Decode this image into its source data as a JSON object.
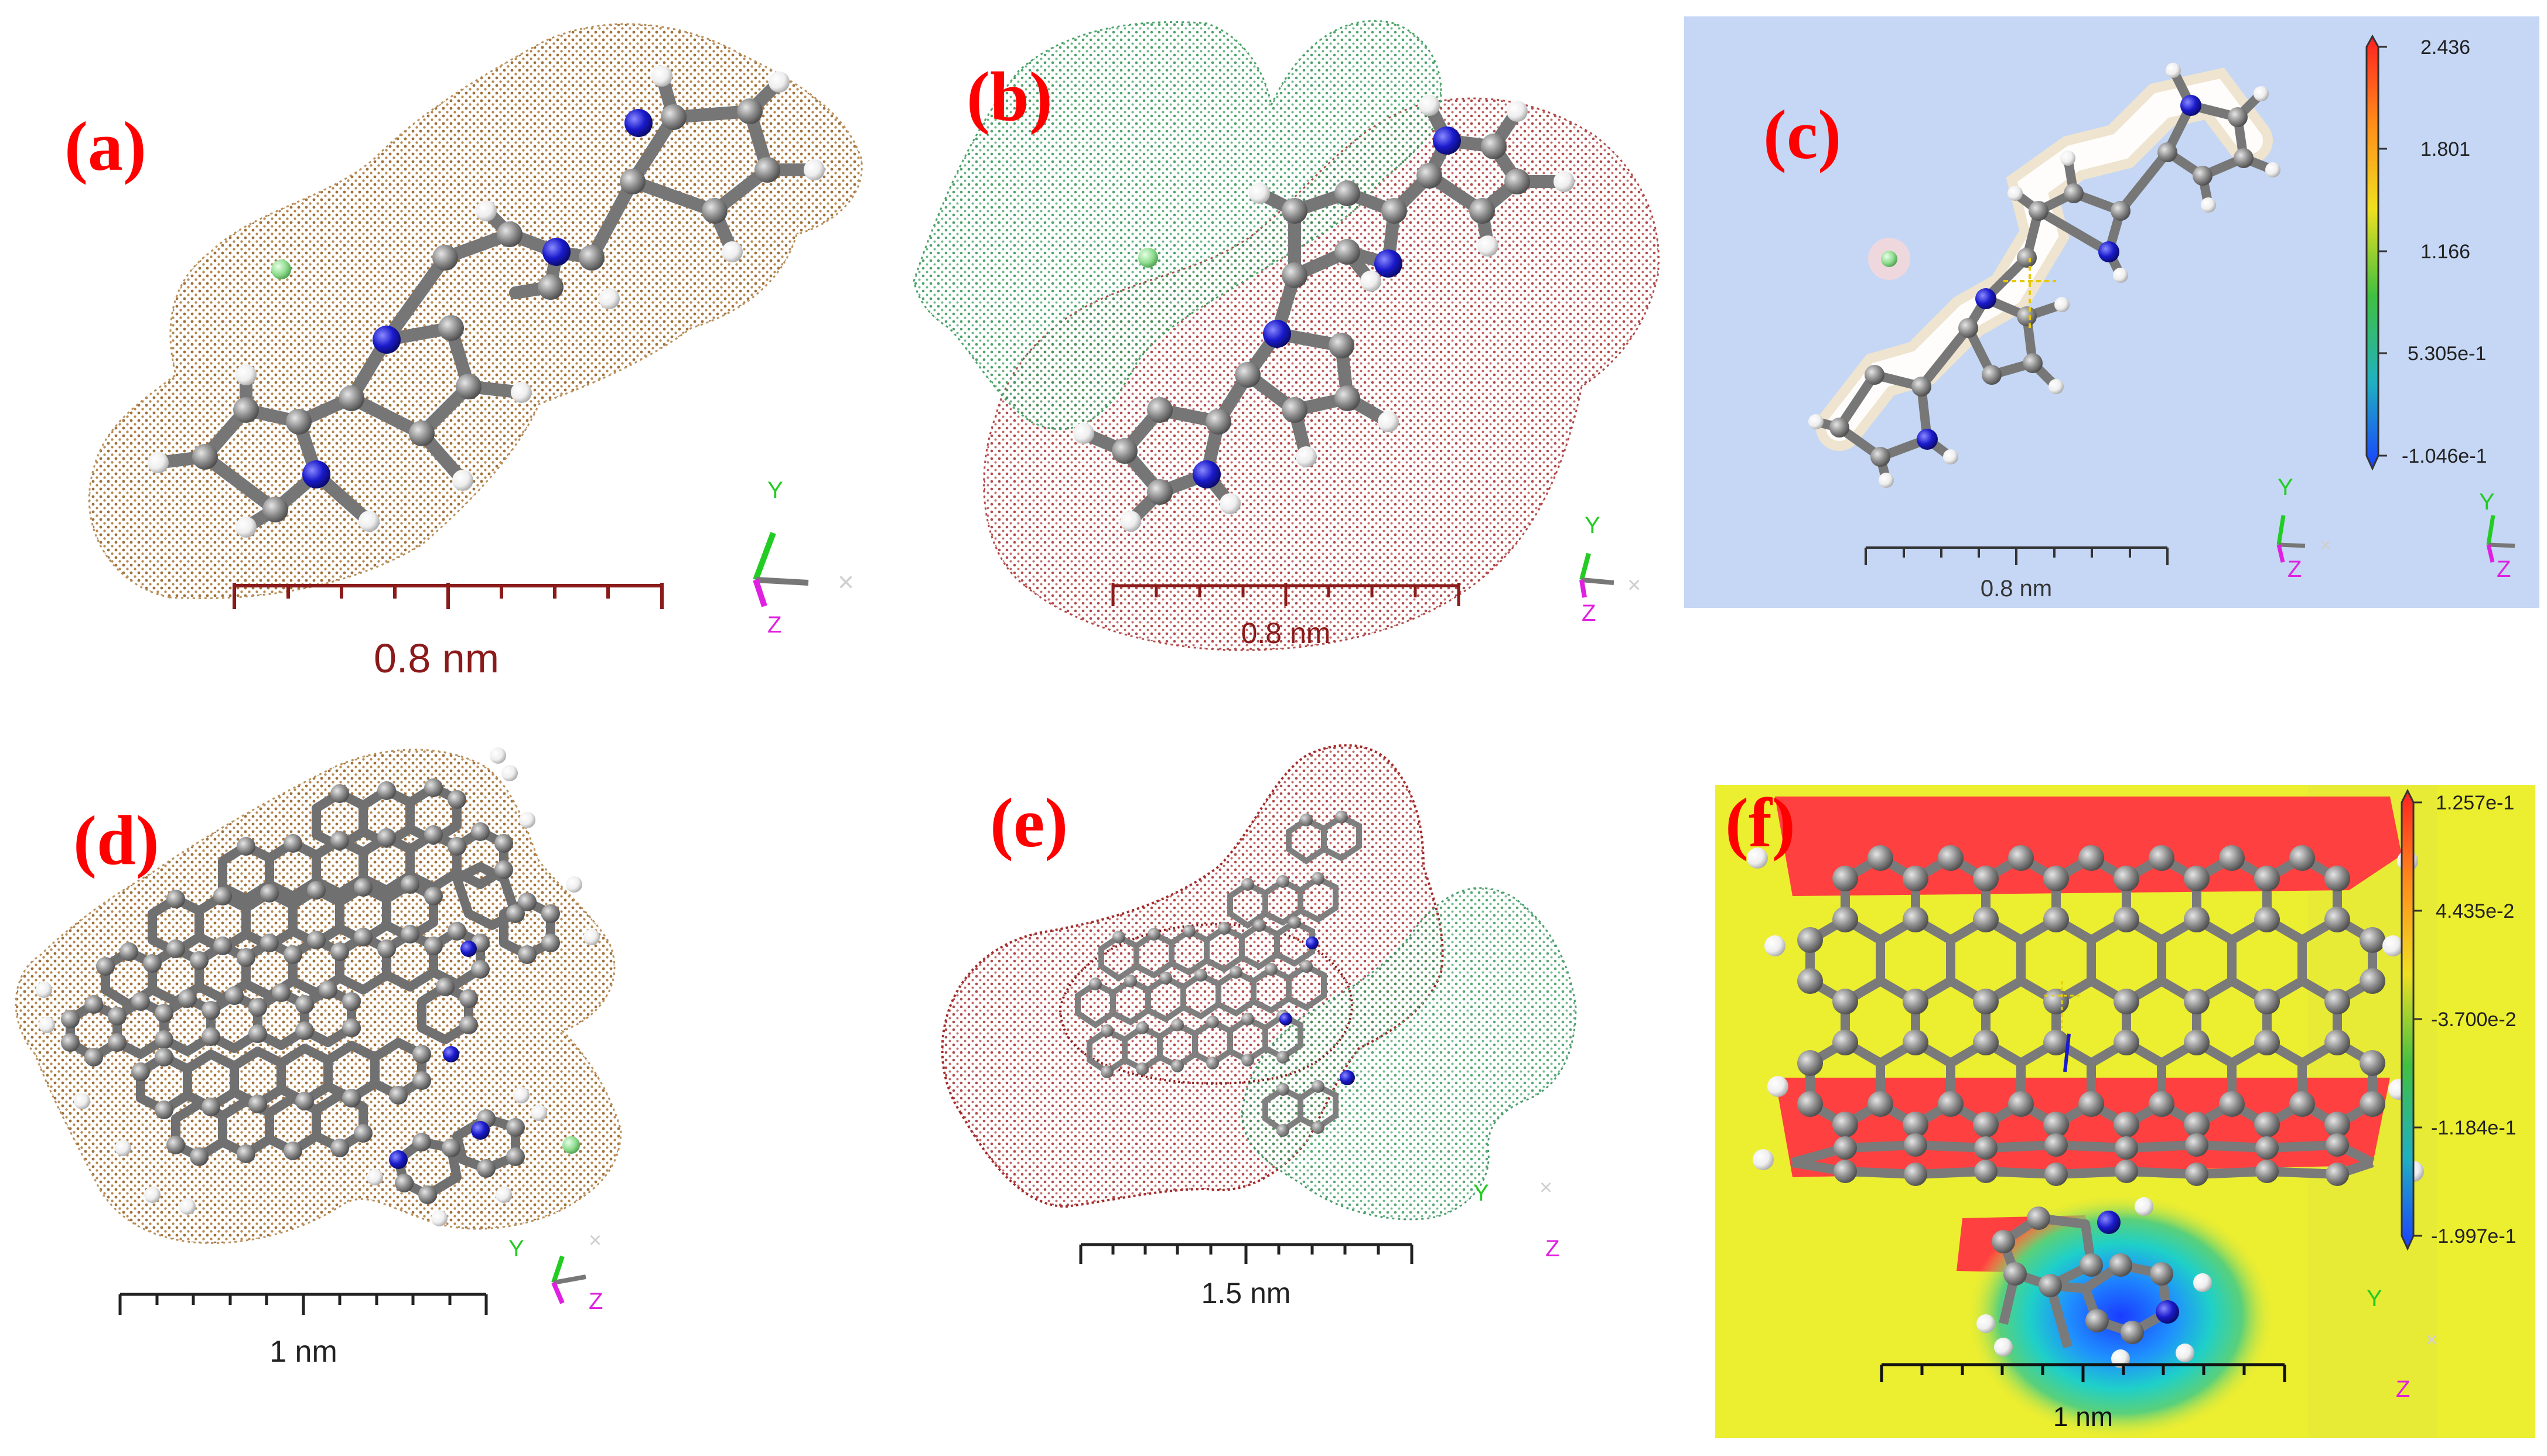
{
  "panels": [
    {
      "id": "a",
      "label": "(a)",
      "scale_text": "0.8 nm",
      "axes": {
        "y": "Y",
        "z": "Z"
      }
    },
    {
      "id": "b",
      "label": "(b)",
      "scale_text": "0.8 nm",
      "axes": {
        "y": "Y",
        "z": "Z"
      }
    },
    {
      "id": "c",
      "label": "(c)",
      "scale_text": "0.8 nm",
      "axes": {
        "y": "Y",
        "z": "Z"
      },
      "colorbar": {
        "ticks": [
          "2.436",
          "1.801",
          "1.166",
          "5.305e-1",
          "-1.046e-1"
        ]
      }
    },
    {
      "id": "d",
      "label": "(d)",
      "scale_text": "1 nm",
      "axes": {
        "y": "Y",
        "z": "Z"
      }
    },
    {
      "id": "e",
      "label": "(e)",
      "scale_text": "1.5 nm",
      "axes": {
        "y": "Y",
        "z": "Z"
      }
    },
    {
      "id": "f",
      "label": "(f)",
      "scale_text": "1 nm",
      "axes": {
        "y": "Y",
        "z": "Z"
      },
      "colorbar": {
        "ticks": [
          "1.257e-1",
          "4.435e-2",
          "-3.700e-2",
          "-1.184e-1",
          "-1.997e-1"
        ]
      }
    }
  ],
  "colors": {
    "label": "#ff0000",
    "carbon": "#8c8c8c",
    "nitrogen": "#1a1acc",
    "hydrogen": "#f2f2f2",
    "chlorine": "#9be09b",
    "vdw_surface": "#a0703a",
    "positive_surface": "#a52a2a",
    "negative_surface": "#2e8b57",
    "scale_bar_ab": "#8b1a1a",
    "scale_bar_other": "#222222",
    "y_axis": "#22cc22",
    "z_axis": "#e020e0"
  }
}
